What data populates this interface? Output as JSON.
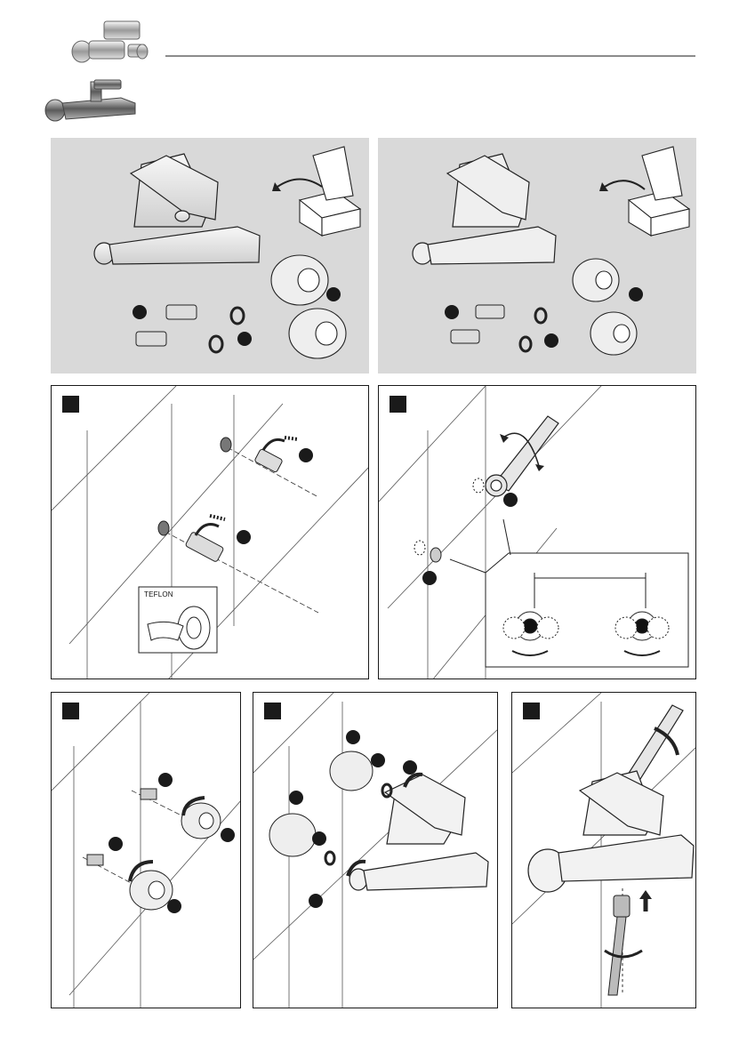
{
  "header": {
    "product_images": [
      "faucet-thumbnail-chrome",
      "faucet-thumbnail-side"
    ]
  },
  "steps": [
    {
      "id": "step-1",
      "teflon_label": "TEFLON"
    },
    {
      "id": "step-2"
    },
    {
      "id": "step-3"
    },
    {
      "id": "step-4"
    },
    {
      "id": "step-5"
    }
  ],
  "colors": {
    "panel_grey": "#d9d9d9",
    "ink": "#1a1a1a",
    "chrome_light": "#f2f2f2",
    "chrome_mid": "#bfbfbf",
    "chrome_dark": "#7a7a7a"
  }
}
